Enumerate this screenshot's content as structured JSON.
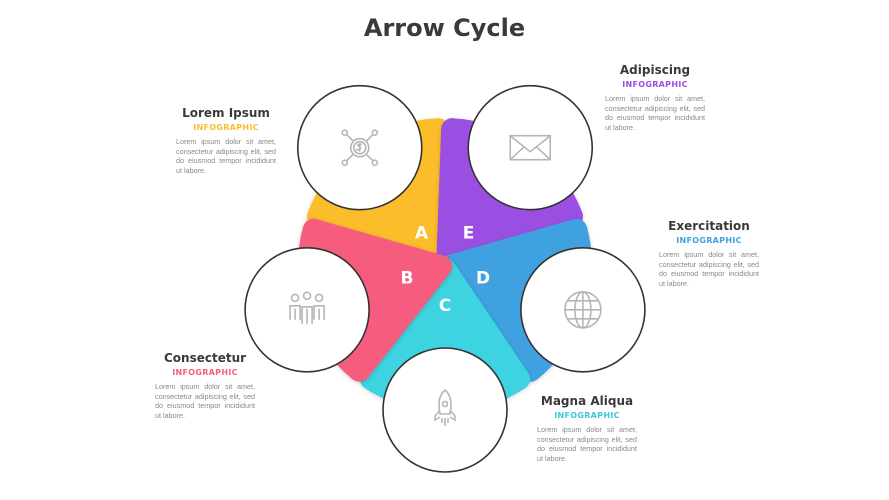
{
  "title": "Arrow Cycle",
  "colors": {
    "A": "#fcbd2c",
    "B": "#f55c7d",
    "C": "#3dd3e0",
    "D": "#3fa1e0",
    "E": "#9a4fe2",
    "text": "#3a3a3a",
    "circle": "#333333"
  },
  "segments": [
    {
      "letter": "A",
      "icon": "dollar-network-icon",
      "title": "Lorem Ipsum",
      "subtitle": "INFOGRAPHIC",
      "body": "Lorem ipsum dolor sit amet, consectetur adipiscing elit, sed do eiusmod tempor incididunt ut labore."
    },
    {
      "letter": "B",
      "icon": "people-group-icon",
      "title": "Consectetur",
      "subtitle": "INFOGRAPHIC",
      "body": "Lorem ipsum dolor sit amet, consectetur adipiscing elit, sed do eiusmod tempor incididunt ut labore."
    },
    {
      "letter": "C",
      "icon": "rocket-icon",
      "title": "Magna Aliqua",
      "subtitle": "INFOGRAPHIC",
      "body": "Lorem ipsum dolor sit amet, consectetur adipiscing elit, sed do eiusmod tempor incididunt ut labore."
    },
    {
      "letter": "D",
      "icon": "globe-icon",
      "title": "Exercitation",
      "subtitle": "INFOGRAPHIC",
      "body": "Lorem ipsum dolor sit amet, consectetur adipiscing elit, sed do eiusmod tempor incididunt ut labore."
    },
    {
      "letter": "E",
      "icon": "envelope-icon",
      "title": "Adipiscing",
      "subtitle": "INFOGRAPHIC",
      "body": "Lorem ipsum dolor sit amet, consectetur adipiscing elit, sed do eiusmod tempor incididunt ut labore."
    }
  ]
}
